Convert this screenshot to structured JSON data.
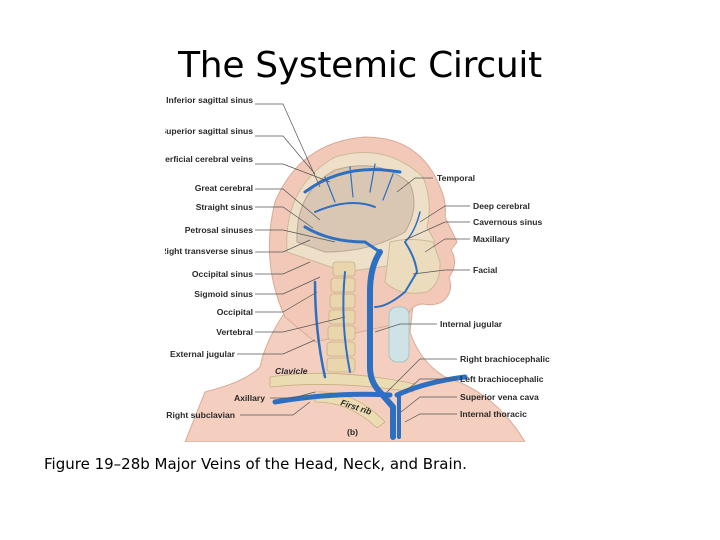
{
  "title": "The Systemic Circuit",
  "caption": "Figure 19–28b Major Veins of the Head, Neck, and Brain.",
  "figure": {
    "panel_label": "(b)",
    "left_labels": [
      "Inferior sagittal sinus",
      "Superior sagittal sinus",
      "Superficial cerebral veins",
      "Great cerebral",
      "Straight sinus",
      "Petrosal sinuses",
      "Right transverse sinus",
      "Occipital sinus",
      "Sigmoid sinus",
      "Occipital",
      "Vertebral",
      "External jugular",
      "Axillary",
      "Right subclavian"
    ],
    "right_labels": [
      "Temporal",
      "Deep cerebral",
      "Cavernous sinus",
      "Maxillary",
      "Facial",
      "Internal jugular",
      "Right brachiocephalic",
      "Left brachiocephalic",
      "Superior vena cava",
      "Internal thoracic"
    ],
    "bone_labels": {
      "clavicle": "Clavicle",
      "first_rib": "First rib"
    }
  },
  "colors": {
    "vein": "#2d6fc0",
    "vein_dark": "#1d4f94",
    "skin": "#f2c9b8",
    "bone": "#ecdcb4",
    "brain": "#cbb8a3"
  }
}
